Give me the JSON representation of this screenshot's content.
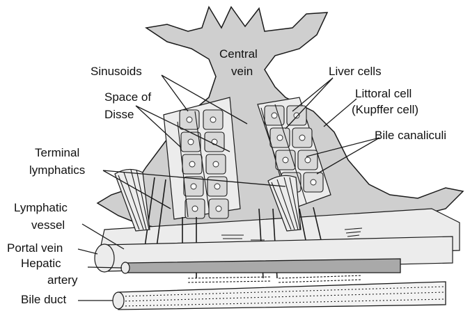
{
  "labels": {
    "central_vein_1": "Central",
    "central_vein_2": "vein",
    "sinusoids": "Sinusoids",
    "space_of_disse_1": "Space of",
    "space_of_disse_2": "Disse",
    "terminal_lymphatics_1": "Terminal",
    "terminal_lymphatics_2": "lymphatics",
    "lymphatic_vessel_1": "Lymphatic",
    "lymphatic_vessel_2": "vessel",
    "portal_vein": "Portal vein",
    "hepatic_artery_1": "Hepatic",
    "hepatic_artery_2": "artery",
    "bile_duct": "Bile duct",
    "liver_cells": "Liver cells",
    "littoral_cell_1": "Littoral cell",
    "littoral_cell_2": "(Kupffer cell)",
    "bile_canaliculi": "Bile canaliculi"
  }
}
